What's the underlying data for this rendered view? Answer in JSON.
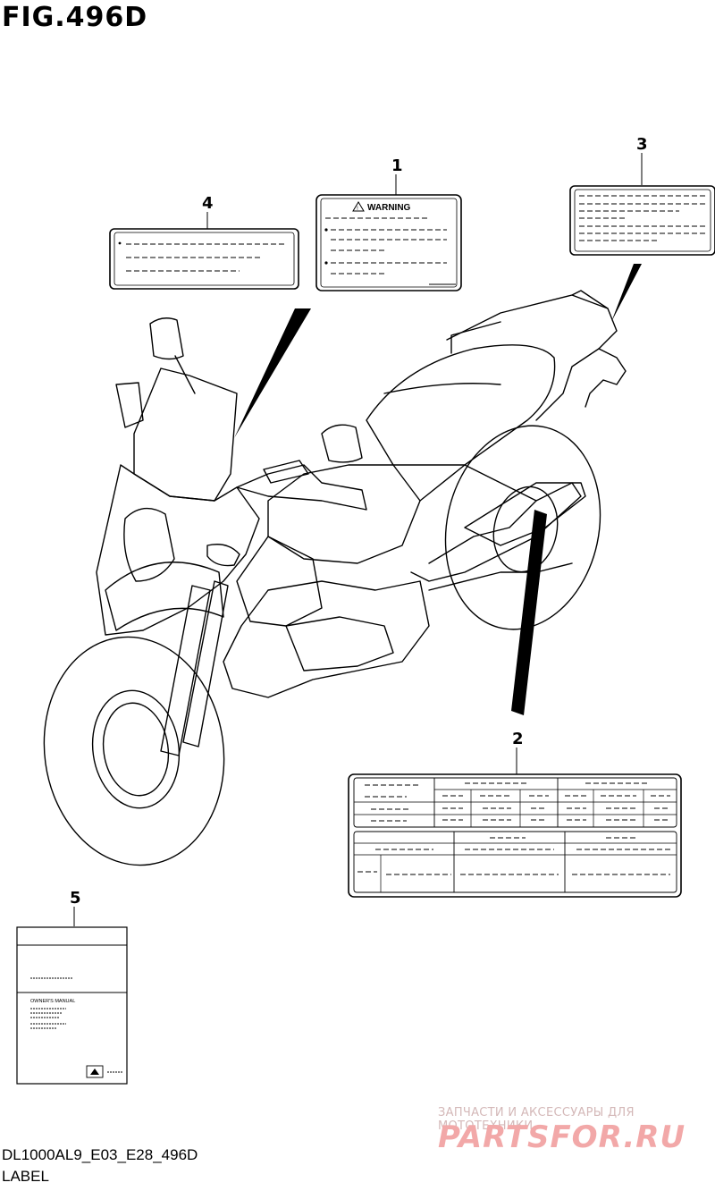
{
  "figure_title": "FIG.496D",
  "model_code": "DL1000AL9_E03_E28_496D",
  "caption": "LABEL",
  "callouts": [
    "1",
    "2",
    "3",
    "4",
    "5"
  ],
  "label_1": {
    "heading": "WARNING"
  },
  "label_5": {
    "manual_text": "OWNER'S MANUAL"
  },
  "watermark": {
    "tagline": "ЗАПЧАСТИ И АКСЕССУАРЫ ДЛЯ МОТОТЕХНИКИ",
    "logo": "PARTSFOR.RU"
  }
}
